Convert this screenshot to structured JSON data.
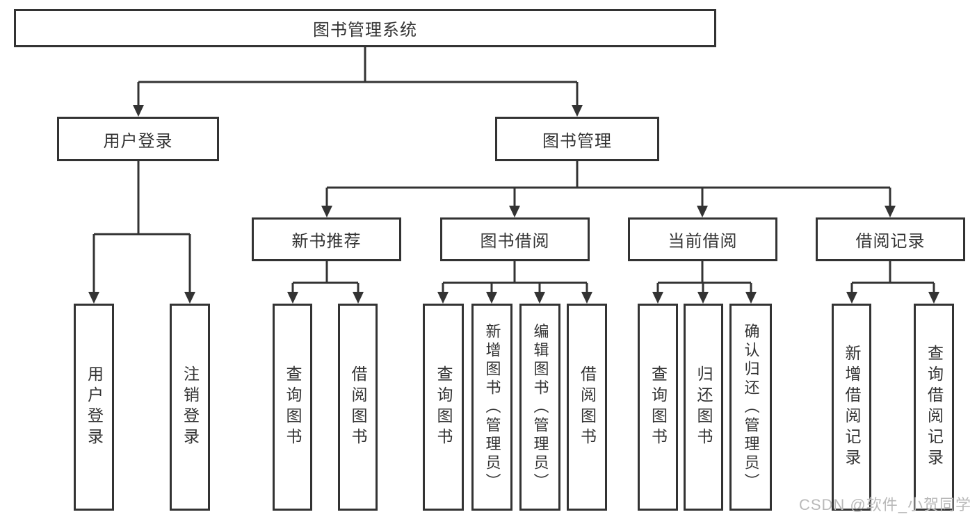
{
  "colors": {
    "line": "#333333",
    "box_border": "#333333",
    "text": "#333333",
    "watermark": "#b9b9b9",
    "background": "#ffffff"
  },
  "nodes": {
    "root": "图书管理系统",
    "branches": [
      {
        "label": "用户登录",
        "children": [
          "用户登录",
          "注销登录"
        ]
      },
      {
        "label": "图书管理",
        "sections": [
          {
            "label": "新书推荐",
            "children": [
              "查询图书",
              "借阅图书"
            ]
          },
          {
            "label": "图书借阅",
            "children": [
              "查询图书",
              "新增图书（管理员）",
              "编辑图书（管理员）",
              "借阅图书"
            ]
          },
          {
            "label": "当前借阅",
            "children": [
              "查询图书",
              "归还图书",
              "确认归还（管理员）"
            ]
          },
          {
            "label": "借阅记录",
            "children": [
              "新增借阅记录",
              "查询借阅记录"
            ]
          }
        ]
      }
    ]
  },
  "watermark": "CSDN @软件_小贺同学"
}
